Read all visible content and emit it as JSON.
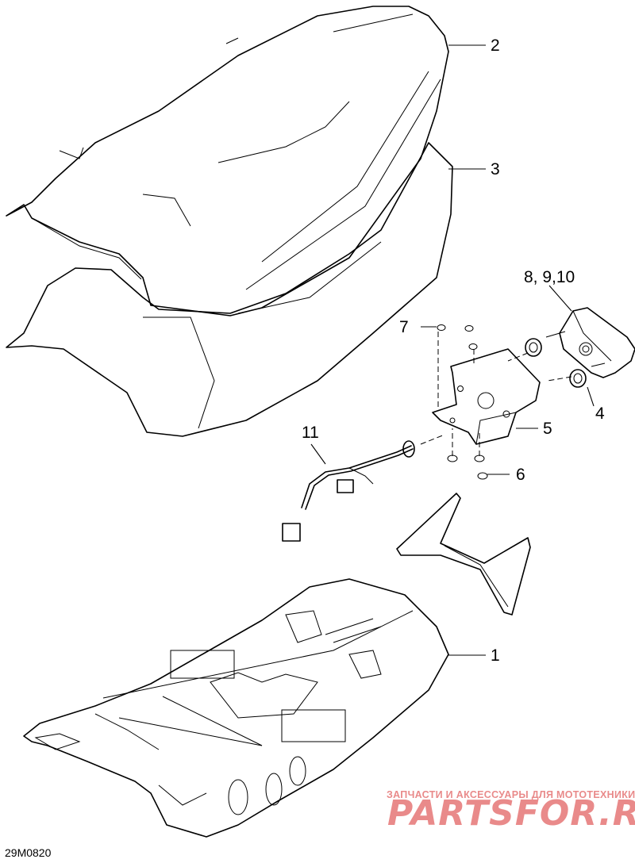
{
  "diagram": {
    "callouts": {
      "c1": "1",
      "c2": "2",
      "c3": "3",
      "c4": "4",
      "c5": "5",
      "c6": "6",
      "c7": "7",
      "c8": "8, 9,10",
      "c11": "11"
    },
    "figure_code": "29M0820"
  },
  "watermark": {
    "tagline": "ЗАПЧАСТИ И АКСЕССУАРЫ ДЛЯ МОТОТЕХНИКИ",
    "logo_text": "PARTSFOR.RU",
    "color": "#e98a8a"
  }
}
